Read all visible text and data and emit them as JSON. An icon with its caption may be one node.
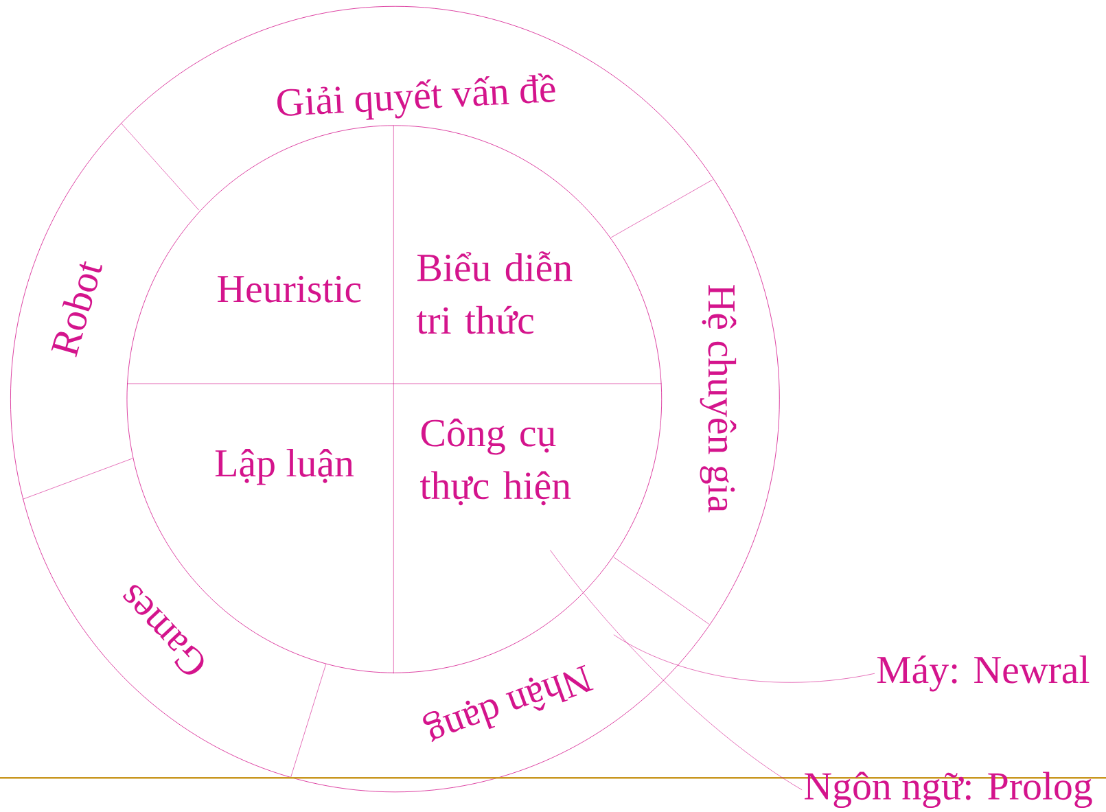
{
  "diagram": {
    "nodes": [
      {
        "text": [
          "Giải quyết vấn đề"
        ]
      },
      {
        "text": [
          "Hệ chuyên gia"
        ]
      },
      {
        "text": [
          "Nhận dạng"
        ]
      },
      {
        "text": [
          "Games"
        ]
      },
      {
        "text": [
          "Robot"
        ]
      },
      {
        "text": [
          "Heuristic"
        ]
      },
      {
        "text": [
          "Biểu diễn tri thức"
        ]
      },
      {
        "text": [
          "Lập luận"
        ]
      },
      {
        "text": [
          "Công cụ thực hiện"
        ]
      },
      {
        "text": [
          "Máy: Newral"
        ]
      },
      {
        "text": [
          "Ngôn ngữ: Prolog"
        ]
      }
    ],
    "edges": [
      {
        "from": 9,
        "to": null,
        "arrow": "none"
      },
      {
        "from": 10,
        "to": null,
        "arrow": "none"
      }
    ]
  }
}
